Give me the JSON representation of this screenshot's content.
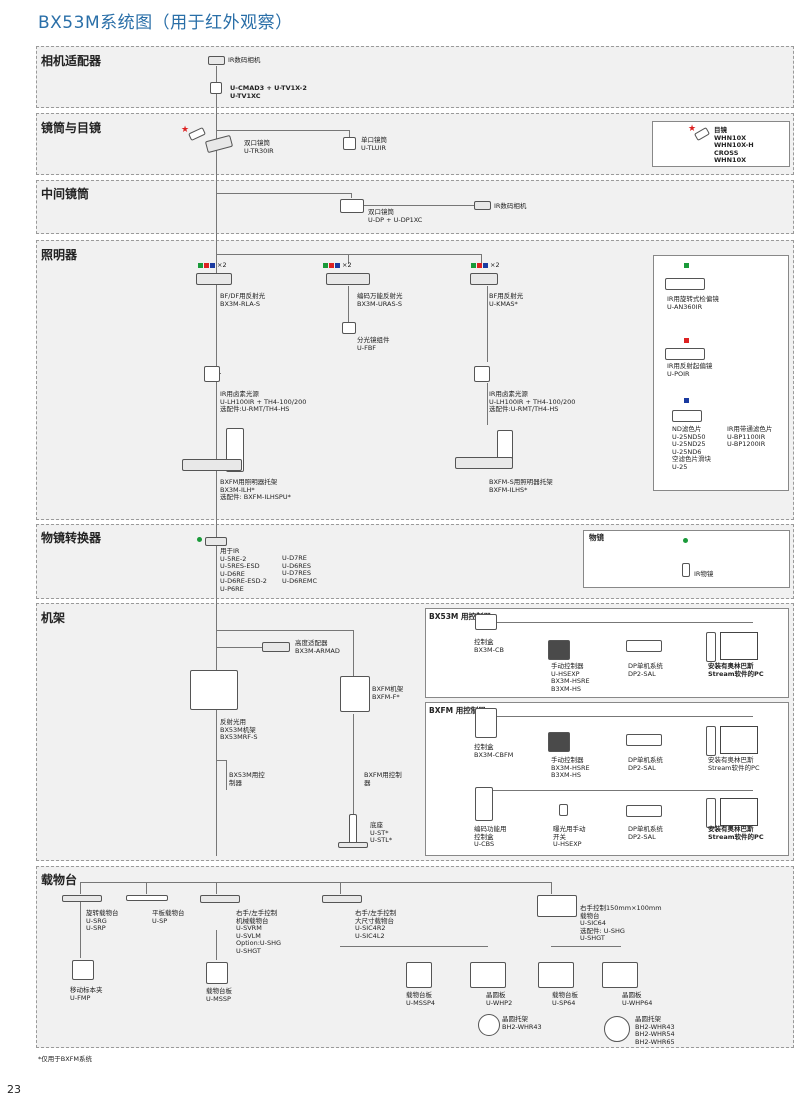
{
  "page": {
    "title": "BX53M系统图（用于红外观察）",
    "footnote": "*仅用于BXFM系统",
    "page_number": "23"
  },
  "sections": {
    "camera": "相机适配器",
    "tube": "镜筒与目镜",
    "intermediate": "中间镜筒",
    "illuminator": "照明器",
    "nosepiece": "物镜转换器",
    "frame": "机架",
    "stage": "载物台"
  },
  "camera": {
    "ir_camera": "IR数码相机",
    "adapter": "U-CMAD3 + U-TV1X-2\nU-TV1XC"
  },
  "tube": {
    "dual_tube": "双口镜筒\nU-TR30IR",
    "single_tube": "单口镜筒\nU-TLUIR",
    "eyepiece": "目镜\nWHN10X\nWHN10X-H\nCROSS\nWHN10X"
  },
  "intermediate": {
    "dual_port": "双口镜筒\nU-DP + U-DP1XC",
    "ir_camera": "IR数码相机"
  },
  "illuminator": {
    "x2_a": "×2",
    "x2_b": "×2",
    "x2_c": "×2",
    "rla": "BF/DF用反射光\nBX3M-RLA-S",
    "uras": "编码万能反射光\nBX3M-URAS-S",
    "kmas": "BF用反射光\nU-KMAS*",
    "fbf": "分光镜组件\nU-FBF",
    "lamp_left": "IR用卤素光源\nU-LH100IR + TH4-100/200\n选配件:U-RMT/TH4-HS",
    "lamp_right": "IR用卤素光源\nU-LH100IR + TH4-100/200\n选配件:U-RMT/TH4-HS",
    "ilh": "BXFM用照明器托架\nBX3M-ILH*\n选配件: BXFM-ILHSPU*",
    "ilhs": "BXFM-S用照明器托架\nBXFM-ILHS*",
    "an360ir": "IR用旋转式检偏镜\nU-AN360IR",
    "poir": "IR用反射起偏镜\nU-POIR",
    "nd": "ND滤色片\nU-25ND50\nU-25ND25\nU-25ND6\n空滤色片滑块\nU-25",
    "bp": "IR用带通滤色片\nU-BP1100IR\nU-BP1200IR"
  },
  "nosepiece": {
    "list_left": "用于IR\nU-5RE-2\nU-5RES-ESD\nU-D6RE\nU-D6RE-ESD-2\nU-P6RE",
    "list_right": "U-D7RE\nU-D6RES\nU-D7RES\nU-D6REMC",
    "objective_title": "物镜",
    "objective": "IR物镜"
  },
  "frame": {
    "height_adapter": "高度适配器\nBX3M-ARMAD",
    "bx53mrf": "反射光用\nBX53M机架\nBX53MRF-S",
    "bxfm": "BXFM机架\nBXFM-F*",
    "bx53_controller": "BX53M用控\n制器",
    "bxfm_controller": "BXFM用控制\n器",
    "base": "底座\nU-ST*\nU-STL*",
    "bx53m_title": "BX53M\n用控制器",
    "bxfm_title": "BXFM\n用控制器",
    "cb": "控制盒\nBX3M-CB",
    "hand1": "手动控制器\nU-HSEXP\nBX3M-HSRE\nB3XM-HS",
    "dp1": "DP单机系统\nDP2-SAL",
    "pc1": "安装有奥林巴斯\nStream软件的PC",
    "cbfm": "控制盒\nBX3M-CBFM",
    "hand2": "手动控制器\nBX3M-HSRE\nB3XM-HS",
    "dp2": "DP单机系统\nDP2-SAL",
    "pc2": "安装有奥林巴斯\nStream软件的PC",
    "cbs": "编码功能用\n控制盒\nU-CBS",
    "switch": "曝光用手动\n开关\nU-HSEXP",
    "dp3": "DP单机系统\nDP2-SAL",
    "pc3": "安装有奥林巴斯\nStream软件的PC"
  },
  "stage": {
    "srg": "旋转载物台\nU-SRG\nU-SRP",
    "sp": "平板载物台\nU-SP",
    "svrm": "右手/左手控制\n机械载物台\nU-SVRM\nU-SVLM\nOption:U-SHG\nU-SHGT",
    "sic4": "右手/左手控制\n大尺寸载物台\nU-SIC4R2\nU-SIC4L2",
    "sic64": "右手控制150mm×100mm\n载物台\nU-SIC64\n选配件: U-SHG\nU-SHGT",
    "fmp": "移动标本夹\nU-FMP",
    "mssp": "载物台板\nU-MSSP",
    "mssp4": "载物台板\nU-MSSP4",
    "whp2": "晶圆板\nU-WHP2",
    "sp64": "载物台板\nU-SP64",
    "whp64": "晶圆板\nU-WHP64",
    "whr43": "晶圆托架\nBH2-WHR43",
    "whr_multi": "晶圆托架\nBH2-WHR43\nBH2-WHR54\nBH2-WHR65"
  }
}
